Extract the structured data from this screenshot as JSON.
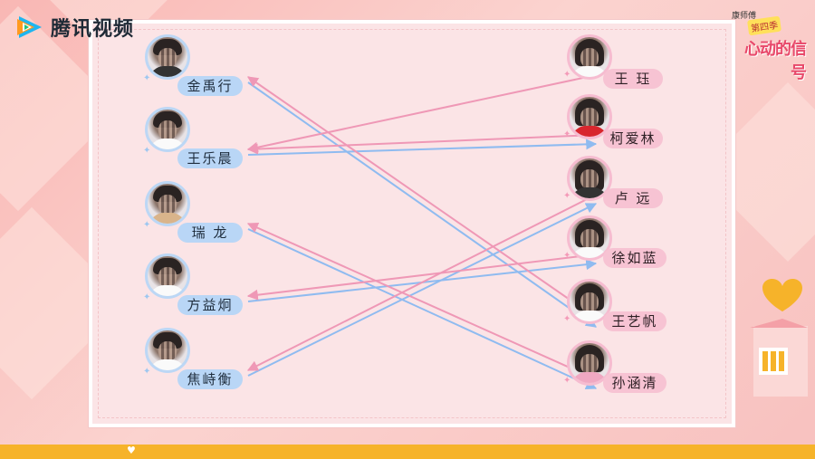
{
  "app": {
    "logo_text": "腾讯视频",
    "icon": "tencent-video-logo-icon"
  },
  "show": {
    "small_text": "康师傅",
    "badge": "第四季",
    "title": "心动的信号"
  },
  "colors": {
    "male_line": "#8fbbf0",
    "female_line": "#ef98b6",
    "background": "#f9c1bf",
    "panel": "#fbe4e6",
    "bottom_bar": "#f6b32a"
  },
  "men": [
    {
      "name": "金禹行"
    },
    {
      "name": "王乐晨"
    },
    {
      "name": "瑞 龙"
    },
    {
      "name": "方益炯"
    },
    {
      "name": "焦峙衡"
    }
  ],
  "women": [
    {
      "name": "王 珏"
    },
    {
      "name": "柯爱林"
    },
    {
      "name": "卢 远"
    },
    {
      "name": "徐如蓝"
    },
    {
      "name": "王艺帆"
    },
    {
      "name": "孙涵清"
    }
  ],
  "arrows": [
    {
      "from": "金禹行",
      "to": "王艺帆",
      "color": "blue"
    },
    {
      "from": "王乐晨",
      "to": "柯爱林",
      "color": "blue"
    },
    {
      "from": "瑞 龙",
      "to": "孙涵清",
      "color": "blue"
    },
    {
      "from": "方益炯",
      "to": "徐如蓝",
      "color": "blue"
    },
    {
      "from": "焦峙衡",
      "to": "卢 远",
      "color": "blue"
    },
    {
      "from": "王 珏",
      "to": "王乐晨",
      "color": "pink"
    },
    {
      "from": "柯爱林",
      "to": "王乐晨",
      "color": "pink"
    },
    {
      "from": "卢 远",
      "to": "焦峙衡",
      "color": "pink"
    },
    {
      "from": "徐如蓝",
      "to": "方益炯",
      "color": "pink"
    },
    {
      "from": "王艺帆",
      "to": "金禹行",
      "color": "pink"
    },
    {
      "from": "孙涵清",
      "to": "瑞 龙",
      "color": "pink"
    }
  ]
}
